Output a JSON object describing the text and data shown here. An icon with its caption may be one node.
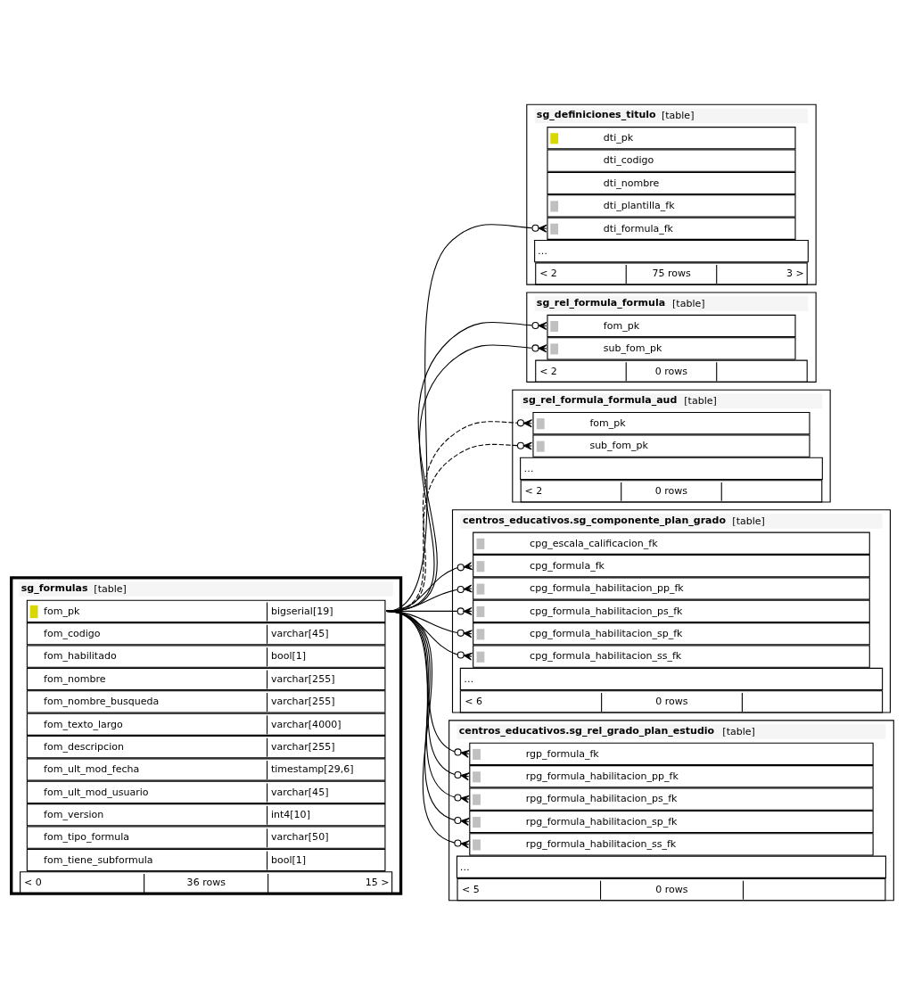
{
  "diagram": {
    "nodes": [
      {
        "text": [
          "sg_definiciones_titulo",
          "[table]"
        ]
      },
      {
        "text": [
          "dti_pk"
        ],
        "in": 0
      },
      {
        "text": [
          "dti_codigo"
        ],
        "in": 0
      },
      {
        "text": [
          "dti_nombre"
        ],
        "in": 0
      },
      {
        "text": [
          "dti_plantilla_fk"
        ],
        "in": 0
      },
      {
        "text": [
          "dti_formula_fk"
        ],
        "in": 0
      },
      {
        "text": [
          "…"
        ],
        "in": 0
      },
      {
        "text": [
          "< 2",
          "75 rows",
          "3 >"
        ],
        "in": 0
      },
      {
        "text": [
          "sg_rel_formula_formula",
          "[table]"
        ]
      },
      {
        "text": [
          "fom_pk"
        ],
        "in": 8
      },
      {
        "text": [
          "sub_fom_pk"
        ],
        "in": 8
      },
      {
        "text": [
          "< 2",
          "0 rows"
        ],
        "in": 8
      },
      {
        "text": [
          "sg_rel_formula_formula_aud",
          "[table]"
        ]
      },
      {
        "text": [
          "fom_pk"
        ],
        "in": 12
      },
      {
        "text": [
          "sub_fom_pk"
        ],
        "in": 12
      },
      {
        "text": [
          "…"
        ],
        "in": 12
      },
      {
        "text": [
          "< 2",
          "0 rows"
        ],
        "in": 12
      },
      {
        "text": [
          "centros_educativos.sg_componente_plan_grado",
          "[table]"
        ]
      },
      {
        "text": [
          "cpg_escala_calificacion_fk"
        ],
        "in": 17
      },
      {
        "text": [
          "cpg_formula_fk"
        ],
        "in": 17
      },
      {
        "text": [
          "cpg_formula_habilitacion_pp_fk"
        ],
        "in": 17
      },
      {
        "text": [
          "cpg_formula_habilitacion_ps_fk"
        ],
        "in": 17
      },
      {
        "text": [
          "cpg_formula_habilitacion_sp_fk"
        ],
        "in": 17
      },
      {
        "text": [
          "cpg_formula_habilitacion_ss_fk"
        ],
        "in": 17
      },
      {
        "text": [
          "…"
        ],
        "in": 17
      },
      {
        "text": [
          "< 6",
          "0 rows"
        ],
        "in": 17
      },
      {
        "text": [
          "sg_formulas",
          "[table]"
        ]
      },
      {
        "text": [
          "fom_pk",
          "bigserial[19]"
        ],
        "in": 26
      },
      {
        "text": [
          "fom_codigo",
          "varchar[45]"
        ],
        "in": 26
      },
      {
        "text": [
          "fom_habilitado",
          "bool[1]"
        ],
        "in": 26
      },
      {
        "text": [
          "fom_nombre",
          "varchar[255]"
        ],
        "in": 26
      },
      {
        "text": [
          "fom_nombre_busqueda",
          "varchar[255]"
        ],
        "in": 26
      },
      {
        "text": [
          "fom_texto_largo",
          "varchar[4000]"
        ],
        "in": 26
      },
      {
        "text": [
          "fom_descripcion",
          "varchar[255]"
        ],
        "in": 26
      },
      {
        "text": [
          "fom_ult_mod_fecha",
          "timestamp[29,6]"
        ],
        "in": 26
      },
      {
        "text": [
          "fom_ult_mod_usuario",
          "varchar[45]"
        ],
        "in": 26
      },
      {
        "text": [
          "fom_version",
          "int4[10]"
        ],
        "in": 26
      },
      {
        "text": [
          "fom_tipo_formula",
          "varchar[50]"
        ],
        "in": 26
      },
      {
        "text": [
          "fom_tiene_subformula",
          "bool[1]"
        ],
        "in": 26
      },
      {
        "text": [
          "< 0",
          "36 rows",
          "15 >"
        ],
        "in": 26
      },
      {
        "text": [
          "centros_educativos.sg_rel_grado_plan_estudio",
          "[table]"
        ]
      },
      {
        "text": [
          "rgp_formula_fk"
        ],
        "in": 40
      },
      {
        "text": [
          "rpg_formula_habilitacion_pp_fk"
        ],
        "in": 40
      },
      {
        "text": [
          "rpg_formula_habilitacion_ps_fk"
        ],
        "in": 40
      },
      {
        "text": [
          "rpg_formula_habilitacion_sp_fk"
        ],
        "in": 40
      },
      {
        "text": [
          "rpg_formula_habilitacion_ss_fk"
        ],
        "in": 40
      },
      {
        "text": [
          "…"
        ],
        "in": 40
      },
      {
        "text": [
          "< 5",
          "0 rows"
        ],
        "in": 40
      }
    ],
    "edges": [
      {
        "from": 27,
        "to": 5,
        "arrow": "other"
      },
      {
        "from": 27,
        "to": 9,
        "arrow": "other"
      },
      {
        "from": 27,
        "to": 10,
        "arrow": "other"
      },
      {
        "from": 27,
        "to": 13,
        "arrow": "other",
        "style": "dashed"
      },
      {
        "from": 27,
        "to": 14,
        "arrow": "other",
        "style": "dashed"
      },
      {
        "from": 27,
        "to": 19,
        "arrow": "other"
      },
      {
        "from": 27,
        "to": 20,
        "arrow": "other"
      },
      {
        "from": 27,
        "to": 21,
        "arrow": "other"
      },
      {
        "from": 27,
        "to": 22,
        "arrow": "other"
      },
      {
        "from": 27,
        "to": 23,
        "arrow": "other"
      },
      {
        "from": 27,
        "to": 41,
        "arrow": "other"
      },
      {
        "from": 27,
        "to": 42,
        "arrow": "other"
      },
      {
        "from": 27,
        "to": 43,
        "arrow": "other"
      },
      {
        "from": 27,
        "to": 44,
        "arrow": "other"
      },
      {
        "from": 27,
        "to": 45,
        "arrow": "other"
      }
    ]
  }
}
